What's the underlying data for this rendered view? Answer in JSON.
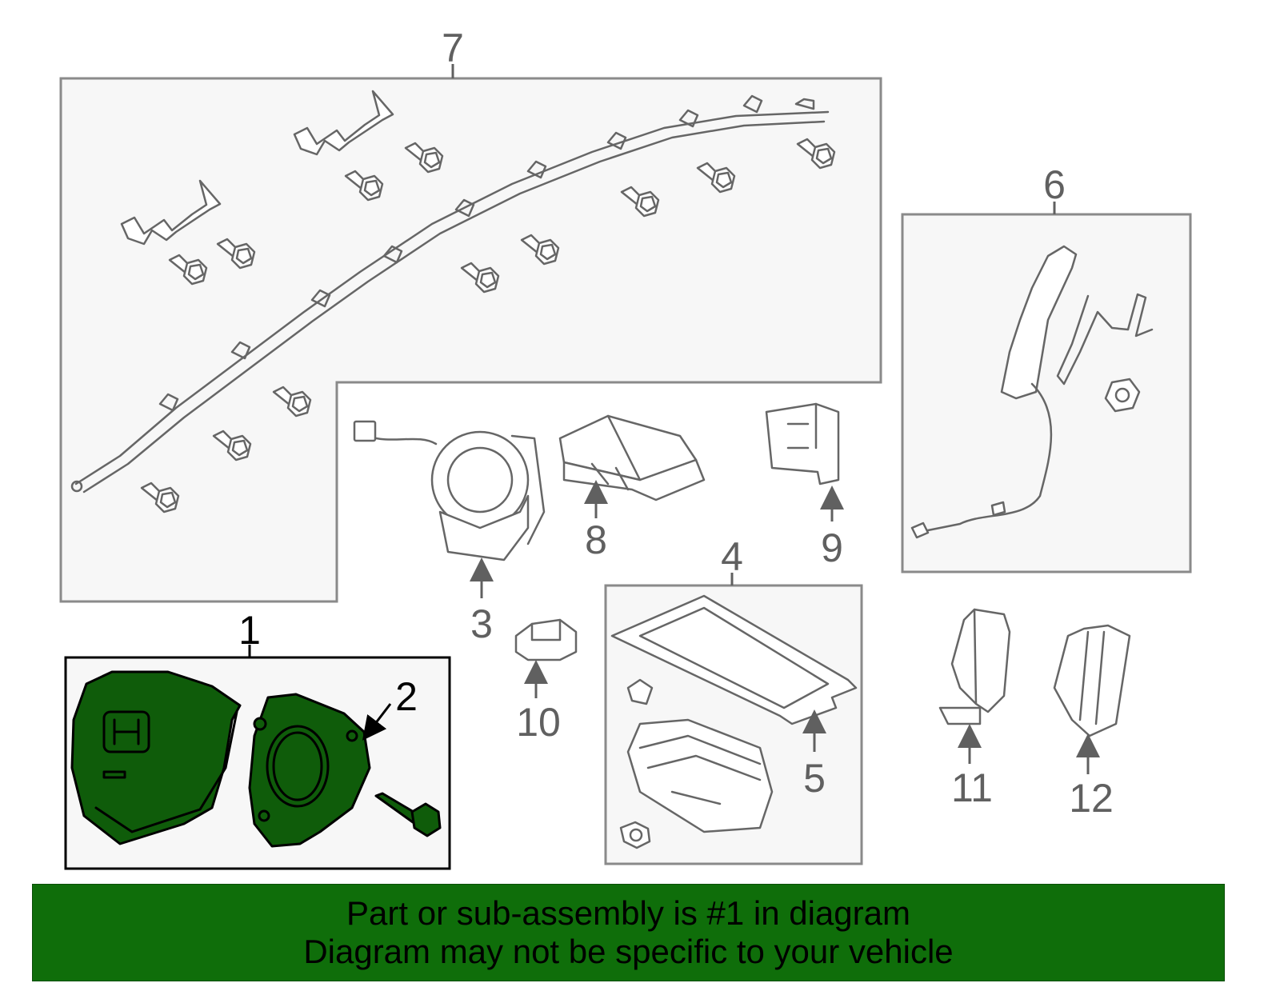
{
  "diagram": {
    "callouts": [
      "1",
      "2",
      "3",
      "4",
      "5",
      "6",
      "7",
      "8",
      "9",
      "10",
      "11",
      "12"
    ],
    "selected_callout": "1",
    "colors": {
      "highlight": "#0f5c0a",
      "banner_background": "#0f6e0a",
      "outline": "#666666"
    }
  },
  "banner": {
    "line1": "Part or sub-assembly is #1 in diagram",
    "line2": "Diagram may not be specific to your vehicle"
  }
}
